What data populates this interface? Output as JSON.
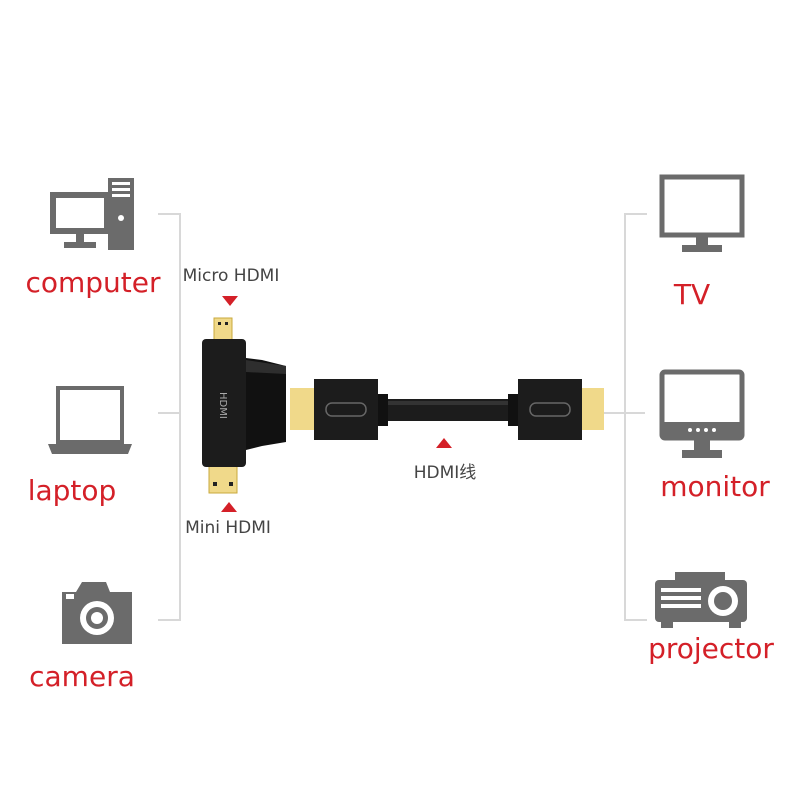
{
  "left_devices": [
    {
      "label": "computer",
      "icon": "computer-icon"
    },
    {
      "label": "laptop",
      "icon": "laptop-icon"
    },
    {
      "label": "camera",
      "icon": "camera-icon"
    }
  ],
  "right_devices": [
    {
      "label": "TV",
      "icon": "tv-icon"
    },
    {
      "label": "monitor",
      "icon": "monitor-icon"
    },
    {
      "label": "projector",
      "icon": "projector-icon"
    }
  ],
  "ports": {
    "micro": "Micro HDMI",
    "mini": "Mini HDMI",
    "cable": "HDMI线",
    "adapter_text": "HDMI"
  },
  "colors": {
    "accent": "#d42028",
    "icon": "#6b6b6b",
    "connector": "#1c1c1c",
    "gold": "#f0d98a"
  }
}
